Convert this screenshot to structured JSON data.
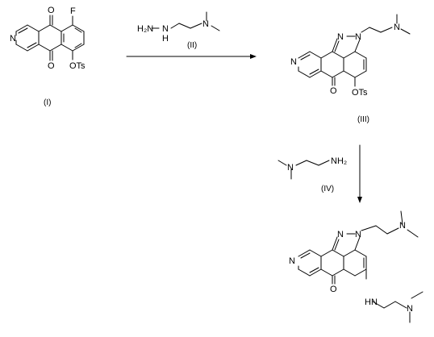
{
  "compounds": {
    "I": {
      "label": "(I)",
      "atoms": {
        "F": "F",
        "O_top": "O",
        "O_bottom": "O",
        "N": "N",
        "OTs": "OTs"
      }
    },
    "II": {
      "label": "(II)",
      "atoms": {
        "H2N": "H₂N",
        "NH": "N",
        "H": "H",
        "N": "N"
      }
    },
    "III": {
      "label": "(III)",
      "atoms": {
        "N_ring": "N",
        "N1": "N",
        "N2": "N",
        "N_amine": "N",
        "O": "O",
        "OTs": "OTs"
      }
    },
    "IV": {
      "label": "(IV)",
      "atoms": {
        "N": "N",
        "NH2": "NH₂"
      }
    },
    "V": {
      "atoms": {
        "N_ring": "N",
        "N1": "N",
        "N2": "N",
        "N_amine": "N",
        "O": "O",
        "HN": "HN",
        "N_side": "N"
      }
    }
  }
}
